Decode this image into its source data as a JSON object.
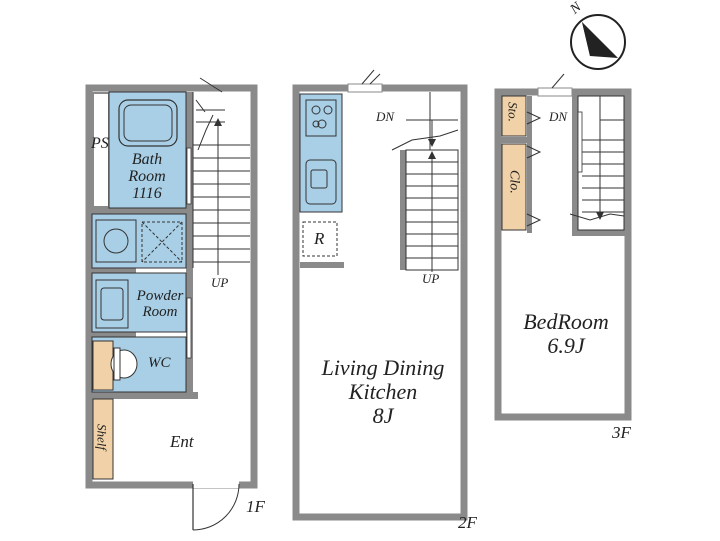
{
  "compass": {
    "north_label": "N"
  },
  "floors": {
    "f1": {
      "label": "1F",
      "rooms": {
        "ps": "PS",
        "bath": [
          "Bath",
          "Room",
          "1116"
        ],
        "powder": [
          "Powder",
          "Room"
        ],
        "wc": "WC",
        "shelf": "Shelf",
        "ent": "Ent",
        "stairs_up": "UP"
      }
    },
    "f2": {
      "label": "2F",
      "rooms": {
        "ldk": [
          "Living Dining",
          "Kitchen",
          "8J"
        ],
        "fridge": "R",
        "stairs_dn": "DN",
        "stairs_up": "UP"
      }
    },
    "f3": {
      "label": "3F",
      "rooms": {
        "storage": "Sto.",
        "closet": "Clo.",
        "bedroom": [
          "BedRoom",
          "6.9J"
        ],
        "stairs_dn": "DN"
      }
    }
  },
  "colors": {
    "wall": "#8a8a8a",
    "wet_area": "#a9cfe6",
    "storage": "#f1d2a8",
    "line": "#222222"
  }
}
